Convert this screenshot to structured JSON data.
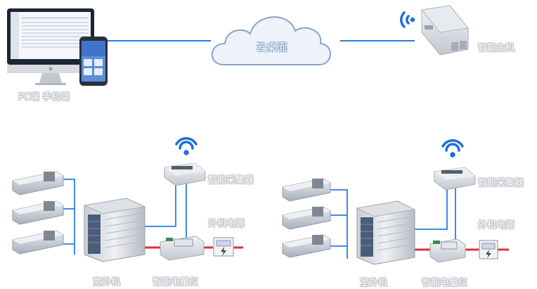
{
  "labels": {
    "pc_mobile": "PC端 手机端",
    "cloud": "云桌面",
    "smart_host": "智能主机"
  },
  "systems": [
    {
      "collector": "智能采集器",
      "outdoor_power": "外机电源",
      "outdoor_unit": "室外机",
      "smart_meter": "智能电量仪"
    },
    {
      "collector": "智能采集器",
      "outdoor_power": "外机电源",
      "outdoor_unit": "室外机",
      "smart_meter": "智能电量仪"
    }
  ],
  "colors": {
    "comm_line": "#2a7de1",
    "power_line": "#e0303a",
    "wifi": "#1e6fd9",
    "cloud_fill": "#eef2f9",
    "cloud_stroke": "#8aa2c8"
  },
  "icons": [
    "wifi-icon",
    "cloud-icon",
    "power-icon"
  ]
}
